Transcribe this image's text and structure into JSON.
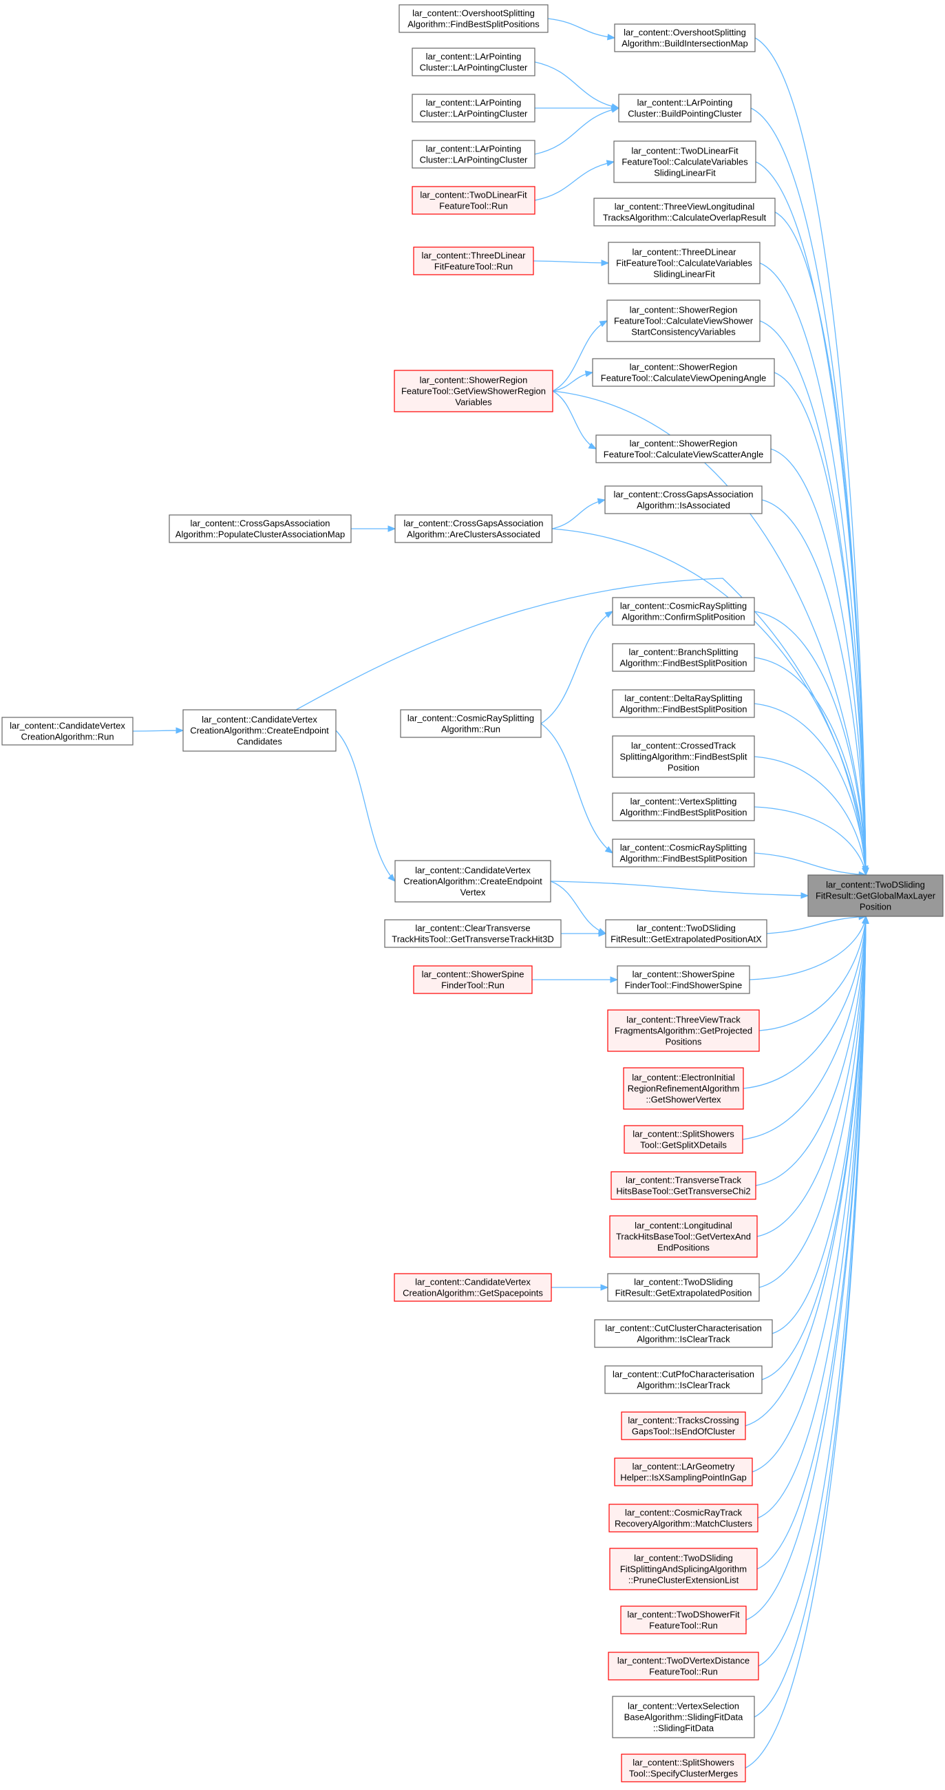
{
  "colors": {
    "edge": "#63b8ff",
    "node_border": "#666666",
    "node_fill": "#ffffff",
    "external_border": "#ff0000",
    "external_fill": "#fff0f0",
    "target_fill": "#999999"
  },
  "target": {
    "id": "T",
    "lines": [
      "lar_content::TwoDSliding",
      "FitResult::GetGlobalMaxLayer",
      "Position"
    ]
  },
  "nodes": [
    {
      "id": "n1",
      "kind": "normal",
      "lines": [
        "lar_content::OvershootSplitting",
        "Algorithm::FindBestSplitPositions"
      ]
    },
    {
      "id": "n2",
      "kind": "normal",
      "lines": [
        "lar_content::OvershootSplitting",
        "Algorithm::BuildIntersectionMap"
      ]
    },
    {
      "id": "n3",
      "kind": "normal",
      "lines": [
        "lar_content::LArPointing",
        "Cluster::LArPointingCluster"
      ]
    },
    {
      "id": "n4",
      "kind": "normal",
      "lines": [
        "lar_content::LArPointing",
        "Cluster::LArPointingCluster"
      ]
    },
    {
      "id": "n5",
      "kind": "normal",
      "lines": [
        "lar_content::LArPointing",
        "Cluster::LArPointingCluster"
      ]
    },
    {
      "id": "n6",
      "kind": "normal",
      "lines": [
        "lar_content::LArPointing",
        "Cluster::BuildPointingCluster"
      ]
    },
    {
      "id": "n7",
      "kind": "external",
      "lines": [
        "lar_content::TwoDLinearFit",
        "FeatureTool::Run"
      ]
    },
    {
      "id": "n8",
      "kind": "normal",
      "lines": [
        "lar_content::TwoDLinearFit",
        "FeatureTool::CalculateVariables",
        "SlidingLinearFit"
      ]
    },
    {
      "id": "n9",
      "kind": "normal",
      "lines": [
        "lar_content::ThreeViewLongitudinal",
        "TracksAlgorithm::CalculateOverlapResult"
      ]
    },
    {
      "id": "n10",
      "kind": "external",
      "lines": [
        "lar_content::ThreeDLinear",
        "FitFeatureTool::Run"
      ]
    },
    {
      "id": "n11",
      "kind": "normal",
      "lines": [
        "lar_content::ThreeDLinear",
        "FitFeatureTool::CalculateVariables",
        "SlidingLinearFit"
      ]
    },
    {
      "id": "n12",
      "kind": "normal",
      "lines": [
        "lar_content::ShowerRegion",
        "FeatureTool::CalculateViewShower",
        "StartConsistencyVariables"
      ]
    },
    {
      "id": "n13",
      "kind": "external",
      "lines": [
        "lar_content::ShowerRegion",
        "FeatureTool::GetViewShowerRegion",
        "Variables"
      ]
    },
    {
      "id": "n14",
      "kind": "normal",
      "lines": [
        "lar_content::ShowerRegion",
        "FeatureTool::CalculateViewOpeningAngle"
      ]
    },
    {
      "id": "n15",
      "kind": "normal",
      "lines": [
        "lar_content::ShowerRegion",
        "FeatureTool::CalculateViewScatterAngle"
      ]
    },
    {
      "id": "n16",
      "kind": "normal",
      "lines": [
        "lar_content::CrossGapsAssociation",
        "Algorithm::IsAssociated"
      ]
    },
    {
      "id": "n17",
      "kind": "normal",
      "lines": [
        "lar_content::CrossGapsAssociation",
        "Algorithm::PopulateClusterAssociationMap"
      ]
    },
    {
      "id": "n18",
      "kind": "normal",
      "lines": [
        "lar_content::CrossGapsAssociation",
        "Algorithm::AreClustersAssociated"
      ]
    },
    {
      "id": "n19",
      "kind": "normal",
      "lines": [
        "lar_content::CosmicRaySplitting",
        "Algorithm::ConfirmSplitPosition"
      ]
    },
    {
      "id": "n20",
      "kind": "normal",
      "lines": [
        "lar_content::BranchSplitting",
        "Algorithm::FindBestSplitPosition"
      ]
    },
    {
      "id": "n21",
      "kind": "normal",
      "lines": [
        "lar_content::DeltaRaySplitting",
        "Algorithm::FindBestSplitPosition"
      ]
    },
    {
      "id": "n22",
      "kind": "normal",
      "lines": [
        "lar_content::CandidateVertex",
        "CreationAlgorithm::Run"
      ]
    },
    {
      "id": "n23",
      "kind": "normal",
      "lines": [
        "lar_content::CandidateVertex",
        "CreationAlgorithm::CreateEndpoint",
        "Candidates"
      ]
    },
    {
      "id": "n24",
      "kind": "normal",
      "lines": [
        "lar_content::CosmicRaySplitting",
        "Algorithm::Run"
      ]
    },
    {
      "id": "n25",
      "kind": "normal",
      "lines": [
        "lar_content::CrossedTrack",
        "SplittingAlgorithm::FindBestSplit",
        "Position"
      ]
    },
    {
      "id": "n26",
      "kind": "normal",
      "lines": [
        "lar_content::VertexSplitting",
        "Algorithm::FindBestSplitPosition"
      ]
    },
    {
      "id": "n27",
      "kind": "normal",
      "lines": [
        "lar_content::CosmicRaySplitting",
        "Algorithm::FindBestSplitPosition"
      ]
    },
    {
      "id": "n28",
      "kind": "normal",
      "lines": [
        "lar_content::CandidateVertex",
        "CreationAlgorithm::CreateEndpoint",
        "Vertex"
      ]
    },
    {
      "id": "n29",
      "kind": "normal",
      "lines": [
        "lar_content::ClearTransverse",
        "TrackHitsTool::GetTransverseTrackHit3D"
      ]
    },
    {
      "id": "n30",
      "kind": "normal",
      "lines": [
        "lar_content::TwoDSliding",
        "FitResult::GetExtrapolatedPositionAtX"
      ]
    },
    {
      "id": "n31",
      "kind": "external",
      "lines": [
        "lar_content::ShowerSpine",
        "FinderTool::Run"
      ]
    },
    {
      "id": "n32",
      "kind": "normal",
      "lines": [
        "lar_content::ShowerSpine",
        "FinderTool::FindShowerSpine"
      ]
    },
    {
      "id": "n33",
      "kind": "external",
      "lines": [
        "lar_content::ThreeViewTrack",
        "FragmentsAlgorithm::GetProjected",
        "Positions"
      ]
    },
    {
      "id": "n34",
      "kind": "external",
      "lines": [
        "lar_content::ElectronInitial",
        "RegionRefinementAlgorithm",
        "::GetShowerVertex"
      ]
    },
    {
      "id": "n35",
      "kind": "external",
      "lines": [
        "lar_content::SplitShowers",
        "Tool::GetSplitXDetails"
      ]
    },
    {
      "id": "n36",
      "kind": "external",
      "lines": [
        "lar_content::TransverseTrack",
        "HitsBaseTool::GetTransverseChi2"
      ]
    },
    {
      "id": "n37",
      "kind": "external",
      "lines": [
        "lar_content::Longitudinal",
        "TrackHitsBaseTool::GetVertexAnd",
        "EndPositions"
      ]
    },
    {
      "id": "n38",
      "kind": "external",
      "lines": [
        "lar_content::CandidateVertex",
        "CreationAlgorithm::GetSpacepoints"
      ]
    },
    {
      "id": "n39",
      "kind": "normal",
      "lines": [
        "lar_content::TwoDSliding",
        "FitResult::GetExtrapolatedPosition"
      ]
    },
    {
      "id": "n40",
      "kind": "normal",
      "lines": [
        "lar_content::CutClusterCharacterisation",
        "Algorithm::IsClearTrack"
      ]
    },
    {
      "id": "n41",
      "kind": "normal",
      "lines": [
        "lar_content::CutPfoCharacterisation",
        "Algorithm::IsClearTrack"
      ]
    },
    {
      "id": "n42",
      "kind": "external",
      "lines": [
        "lar_content::TracksCrossing",
        "GapsTool::IsEndOfCluster"
      ]
    },
    {
      "id": "n43",
      "kind": "external",
      "lines": [
        "lar_content::LArGeometry",
        "Helper::IsXSamplingPointInGap"
      ]
    },
    {
      "id": "n44",
      "kind": "external",
      "lines": [
        "lar_content::CosmicRayTrack",
        "RecoveryAlgorithm::MatchClusters"
      ]
    },
    {
      "id": "n45",
      "kind": "external",
      "lines": [
        "lar_content::TwoDSliding",
        "FitSplittingAndSplicingAlgorithm",
        "::PruneClusterExtensionList"
      ]
    },
    {
      "id": "n46",
      "kind": "external",
      "lines": [
        "lar_content::TwoDShowerFit",
        "FeatureTool::Run"
      ]
    },
    {
      "id": "n47",
      "kind": "external",
      "lines": [
        "lar_content::TwoDVertexDistance",
        "FeatureTool::Run"
      ]
    },
    {
      "id": "n48",
      "kind": "normal",
      "lines": [
        "lar_content::VertexSelection",
        "BaseAlgorithm::SlidingFitData",
        "::SlidingFitData"
      ]
    },
    {
      "id": "n49",
      "kind": "external",
      "lines": [
        "lar_content::SplitShowers",
        "Tool::SpecifyClusterMerges"
      ]
    }
  ],
  "edges": [
    [
      "n1",
      "n2"
    ],
    [
      "n3",
      "n6"
    ],
    [
      "n4",
      "n6"
    ],
    [
      "n5",
      "n6"
    ],
    [
      "n7",
      "n8"
    ],
    [
      "n10",
      "n11"
    ],
    [
      "n13",
      "n12"
    ],
    [
      "n13",
      "n14"
    ],
    [
      "n13",
      "n15"
    ],
    [
      "n17",
      "n18"
    ],
    [
      "n18",
      "n16"
    ],
    [
      "n22",
      "n23"
    ],
    [
      "n24",
      "n19"
    ],
    [
      "n24",
      "n27"
    ],
    [
      "n23",
      "n28"
    ],
    [
      "n28",
      "n30"
    ],
    [
      "n29",
      "n30"
    ],
    [
      "n31",
      "n32"
    ],
    [
      "n38",
      "n39"
    ],
    [
      "n2",
      "T"
    ],
    [
      "n6",
      "T"
    ],
    [
      "n8",
      "T"
    ],
    [
      "n9",
      "T"
    ],
    [
      "n11",
      "T"
    ],
    [
      "n12",
      "T"
    ],
    [
      "n13",
      "T"
    ],
    [
      "n14",
      "T"
    ],
    [
      "n15",
      "T"
    ],
    [
      "n16",
      "T"
    ],
    [
      "n18",
      "T"
    ],
    [
      "n23",
      "T"
    ],
    [
      "n19",
      "T"
    ],
    [
      "n20",
      "T"
    ],
    [
      "n21",
      "T"
    ],
    [
      "n25",
      "T"
    ],
    [
      "n26",
      "T"
    ],
    [
      "n27",
      "T"
    ],
    [
      "n28",
      "T"
    ],
    [
      "n30",
      "T"
    ],
    [
      "n32",
      "T"
    ],
    [
      "n33",
      "T"
    ],
    [
      "n34",
      "T"
    ],
    [
      "n35",
      "T"
    ],
    [
      "n36",
      "T"
    ],
    [
      "n37",
      "T"
    ],
    [
      "n39",
      "T"
    ],
    [
      "n40",
      "T"
    ],
    [
      "n41",
      "T"
    ],
    [
      "n42",
      "T"
    ],
    [
      "n43",
      "T"
    ],
    [
      "n44",
      "T"
    ],
    [
      "n45",
      "T"
    ],
    [
      "n46",
      "T"
    ],
    [
      "n47",
      "T"
    ],
    [
      "n48",
      "T"
    ],
    [
      "n49",
      "T"
    ]
  ]
}
